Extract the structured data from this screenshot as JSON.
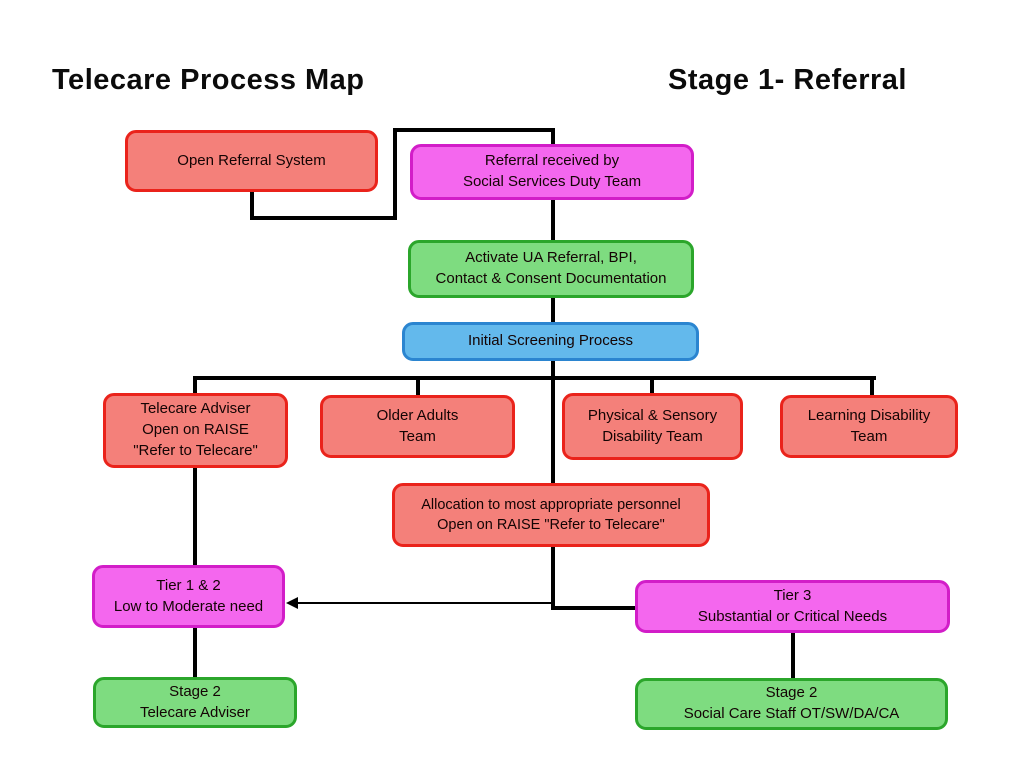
{
  "slide": {
    "title_left": "Telecare Process Map",
    "title_right": "Stage 1- Referral"
  },
  "nodes": {
    "open_referral": "Open Referral System",
    "referral_received": "Referral received by\nSocial Services Duty Team",
    "activate": "Activate UA Referral, BPI,\nContact & Consent Documentation",
    "initial_screening": "Initial Screening Process",
    "telecare_adviser": "Telecare Adviser\nOpen on RAISE\n\"Refer to Telecare\"",
    "older_adults": "Older Adults\nTeam",
    "physical_sensory": "Physical & Sensory\nDisability Team",
    "learning_disability": "Learning Disability\nTeam",
    "allocation": "Allocation to most appropriate personnel\nOpen on RAISE \"Refer to Telecare\"",
    "tier_1_2": "Tier 1 & 2\nLow to Moderate need",
    "tier_3": "Tier 3\nSubstantial or Critical Needs",
    "stage2_telecare": "Stage 2\nTelecare Adviser",
    "stage2_social": "Stage 2\nSocial Care Staff OT/SW/DA/CA"
  },
  "colors": {
    "background": "#FFFFFF",
    "title_color": "#0B0B0B",
    "red_fill": "#F4807A",
    "red_border": "#EA231B",
    "magenta_fill": "#F467EE",
    "magenta_border": "#D21DC8",
    "green_fill": "#7EDC80",
    "green_border": "#2BA62B",
    "blue_fill": "#63B9EC",
    "blue_border": "#2B85D0",
    "connector": "#000000"
  }
}
